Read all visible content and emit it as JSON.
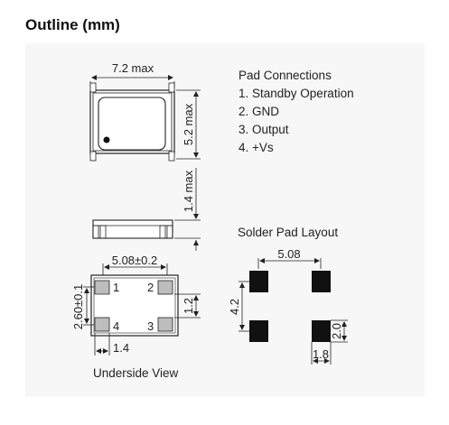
{
  "title": "Outline (mm)",
  "top_view": {
    "width_label": "7.2 max",
    "height_label": "5.2 max"
  },
  "pad_connections": {
    "heading": "Pad Connections",
    "items": [
      "1. Standby Operation",
      "2. GND",
      "3. Output",
      "4. +Vs"
    ]
  },
  "side_view": {
    "thickness_label": "1.4 max"
  },
  "underside_view": {
    "caption": "Underside View",
    "pitch_label": "5.08±0.2",
    "height_label": "2.60±0.1",
    "pad_height_label": "1.2",
    "pad_width_label": "1.4",
    "pad_numbers": [
      "1",
      "2",
      "3",
      "4"
    ]
  },
  "solder_pad_layout": {
    "heading": "Solder Pad Layout",
    "pitch_label": "5.08",
    "height_label": "4.2",
    "pad_height_label": "2.0",
    "pad_width_label": "1.8"
  }
}
